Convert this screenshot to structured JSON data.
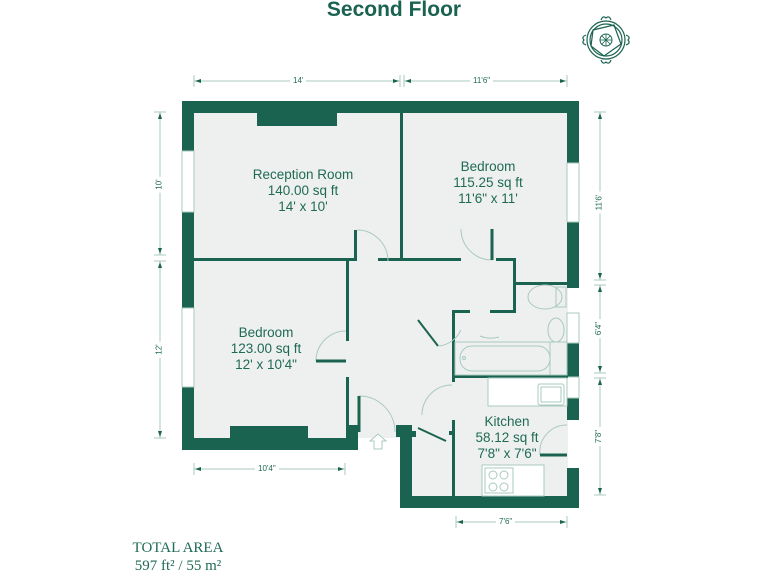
{
  "title": "Second Floor",
  "colors": {
    "wall": "#1a6350",
    "floor": "#eef0ef",
    "text": "#1f6a55",
    "fixture_line": "#a9c9be"
  },
  "rooms": [
    {
      "name": "Reception Room",
      "area": "140.00 sq ft",
      "size": "14' x 10'"
    },
    {
      "name": "Bedroom",
      "area": "115.25 sq ft",
      "size": "11'6\" x 11'"
    },
    {
      "name": "Bedroom",
      "area": "123.00 sq ft",
      "size": "12' x 10'4\""
    },
    {
      "name": "Kitchen",
      "area": "58.12 sq ft",
      "size": "7'8\" x 7'6\""
    }
  ],
  "dimensions": {
    "top": [
      "14'",
      "11'6\""
    ],
    "left": [
      "10'",
      "12'"
    ],
    "right": [
      "11'6'",
      "6'4\"",
      "7'8\""
    ],
    "bottom": [
      "10'4\"",
      "7'6\""
    ]
  },
  "total_area": {
    "label": "TOTAL AREA",
    "value": "597 ft² / 55 m²"
  },
  "compass": {
    "icon": "compass-rose-icon"
  }
}
